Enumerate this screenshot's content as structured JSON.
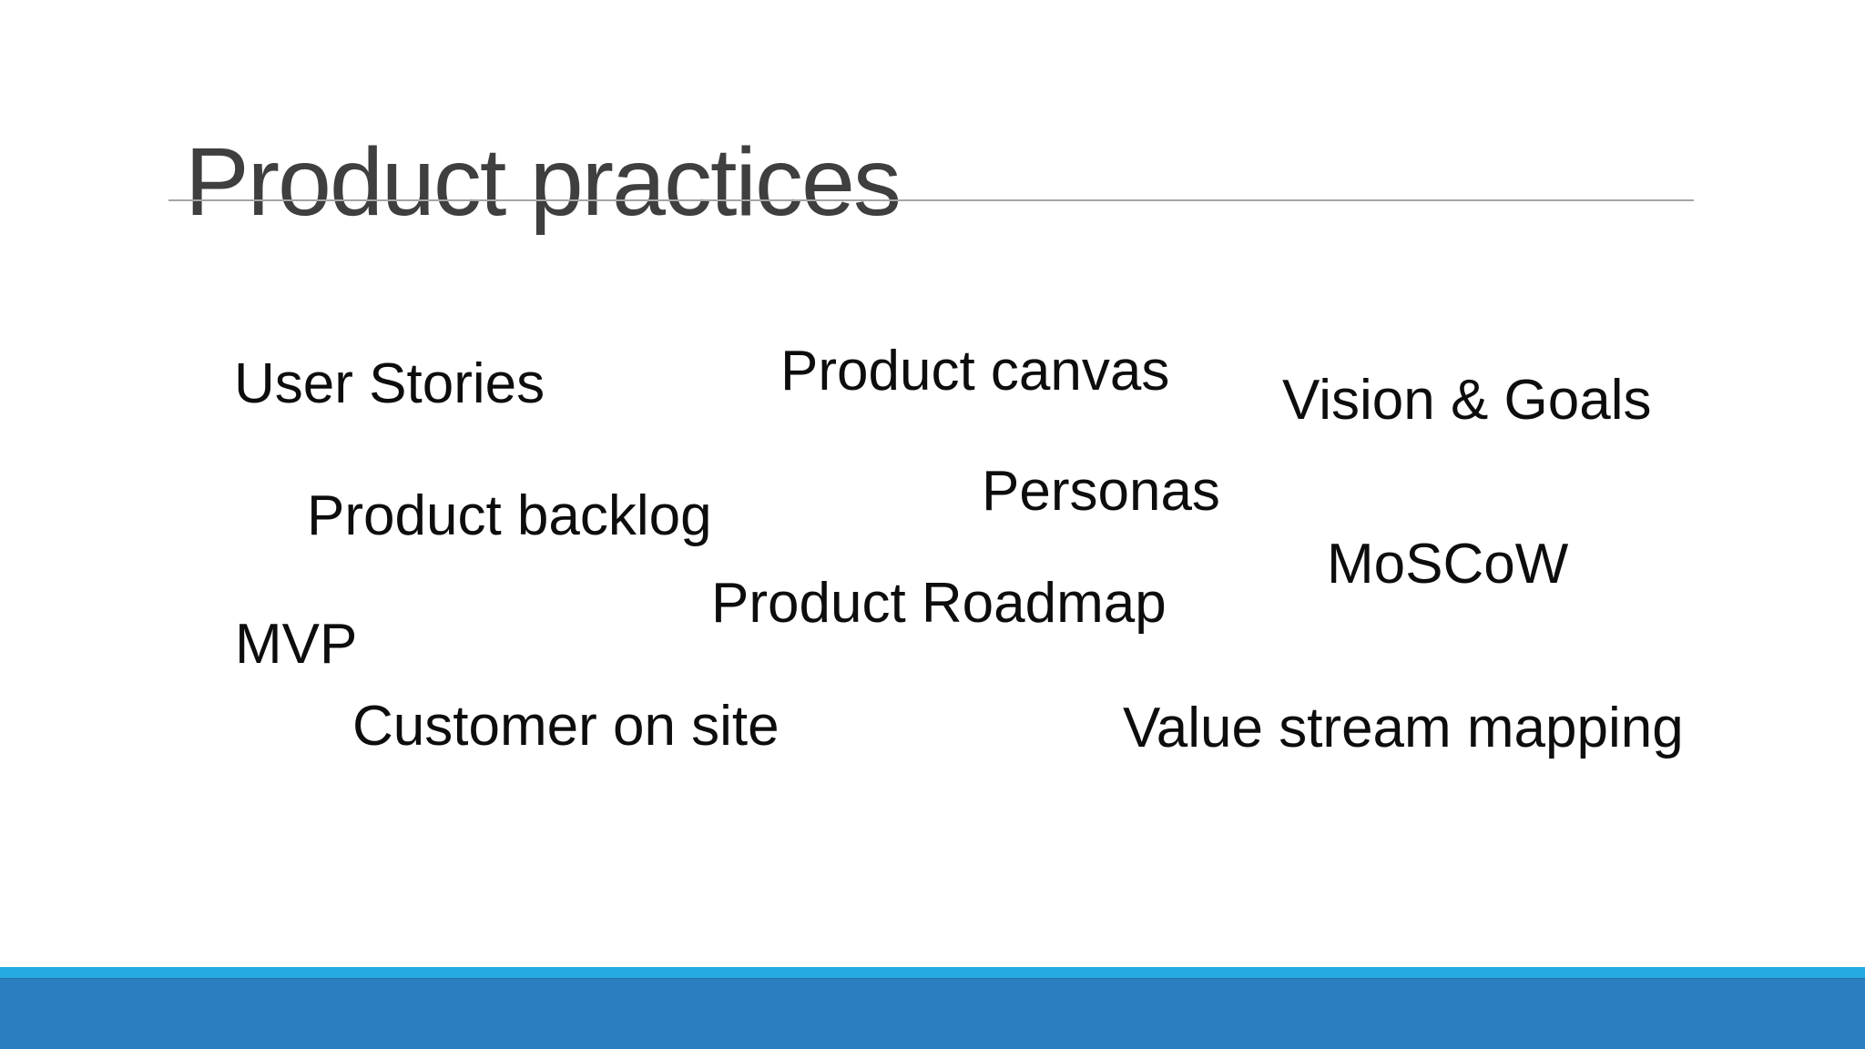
{
  "slide": {
    "title": "Product practices",
    "terms": [
      {
        "label": "User Stories"
      },
      {
        "label": "Product canvas"
      },
      {
        "label": "Vision & Goals"
      },
      {
        "label": "Product backlog"
      },
      {
        "label": "Personas"
      },
      {
        "label": "MoSCoW"
      },
      {
        "label": "Product Roadmap"
      },
      {
        "label": "MVP"
      },
      {
        "label": "Customer on site"
      },
      {
        "label": "Value stream mapping"
      }
    ],
    "colors": {
      "title_text": "#3f3f3f",
      "term_text": "#0d0d0d",
      "rule": "#a6a6a6",
      "accent_stripe": "#25aae1",
      "footer_bar": "#2b7fc0"
    }
  }
}
